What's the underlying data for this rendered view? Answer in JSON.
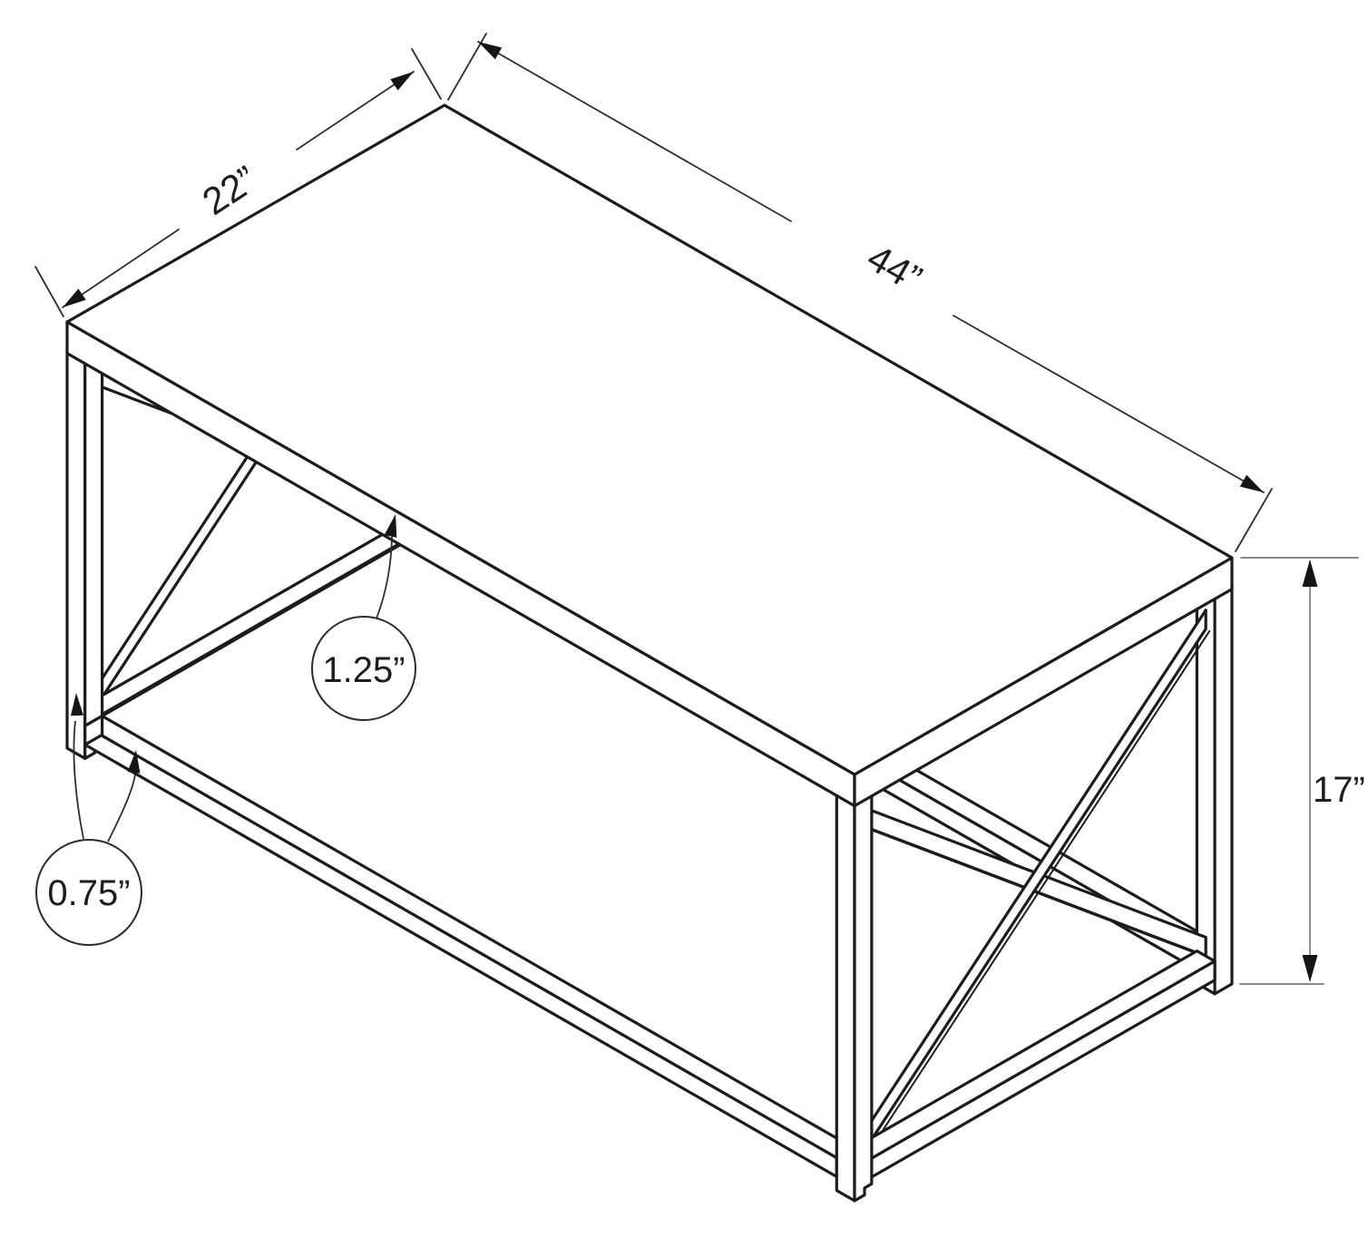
{
  "diagram": {
    "kind": "isometric furniture dimension drawing",
    "subject": "coffee table with X-frame end panels and lower shelf",
    "labels": {
      "width": "44”",
      "depth": "22”",
      "height": "17”",
      "top_thickness": "1.25”",
      "tube_thickness": "0.75”"
    },
    "colors": {
      "background": "#ffffff",
      "line": "#1c1c1c",
      "dimension_line": "#2e2e2e",
      "height_dimension_line": "#8c8c8c",
      "fill": "#ffffff"
    }
  }
}
